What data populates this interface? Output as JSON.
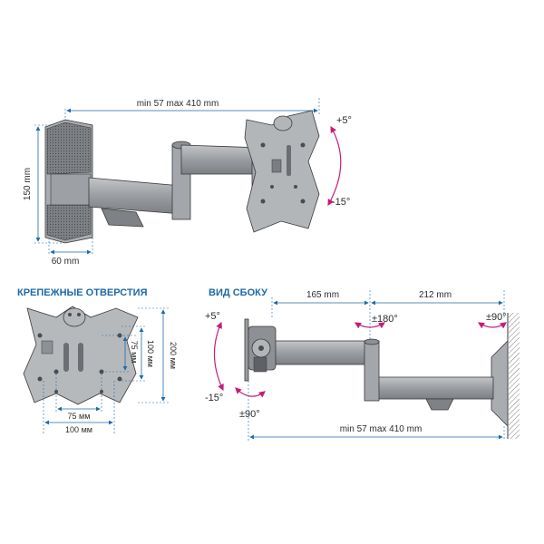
{
  "colors": {
    "accent_blue": "#1d6aa8",
    "accent_magenta": "#c51d7a",
    "metal_light": "#b7b9bc",
    "metal_mid": "#8d9094",
    "metal_dark": "#5e6165",
    "outline": "#3a3a3a"
  },
  "front_view": {
    "width_range": "min 57 max 410 mm",
    "height": "150 mm",
    "plate_width": "60 mm",
    "tilt_up": "+5°",
    "tilt_down": "-15°"
  },
  "mounting_holes": {
    "title": "КРЕПЕЖНЫЕ ОТВЕРСТИЯ",
    "vertical_small": "75 мм",
    "vertical_mid": "100 мм",
    "vertical_large": "200 мм",
    "horizontal_small": "75 мм",
    "horizontal_large": "100 мм"
  },
  "side_view": {
    "title": "ВИД СБОКУ",
    "arm_first": "165 mm",
    "arm_second": "212 mm",
    "swivel_mid": "±180°",
    "swivel_wall": "±90°",
    "swivel_head": "±90°",
    "tilt_up": "+5°",
    "tilt_down": "-15°",
    "extension_range": "min 57 max 410 mm"
  }
}
